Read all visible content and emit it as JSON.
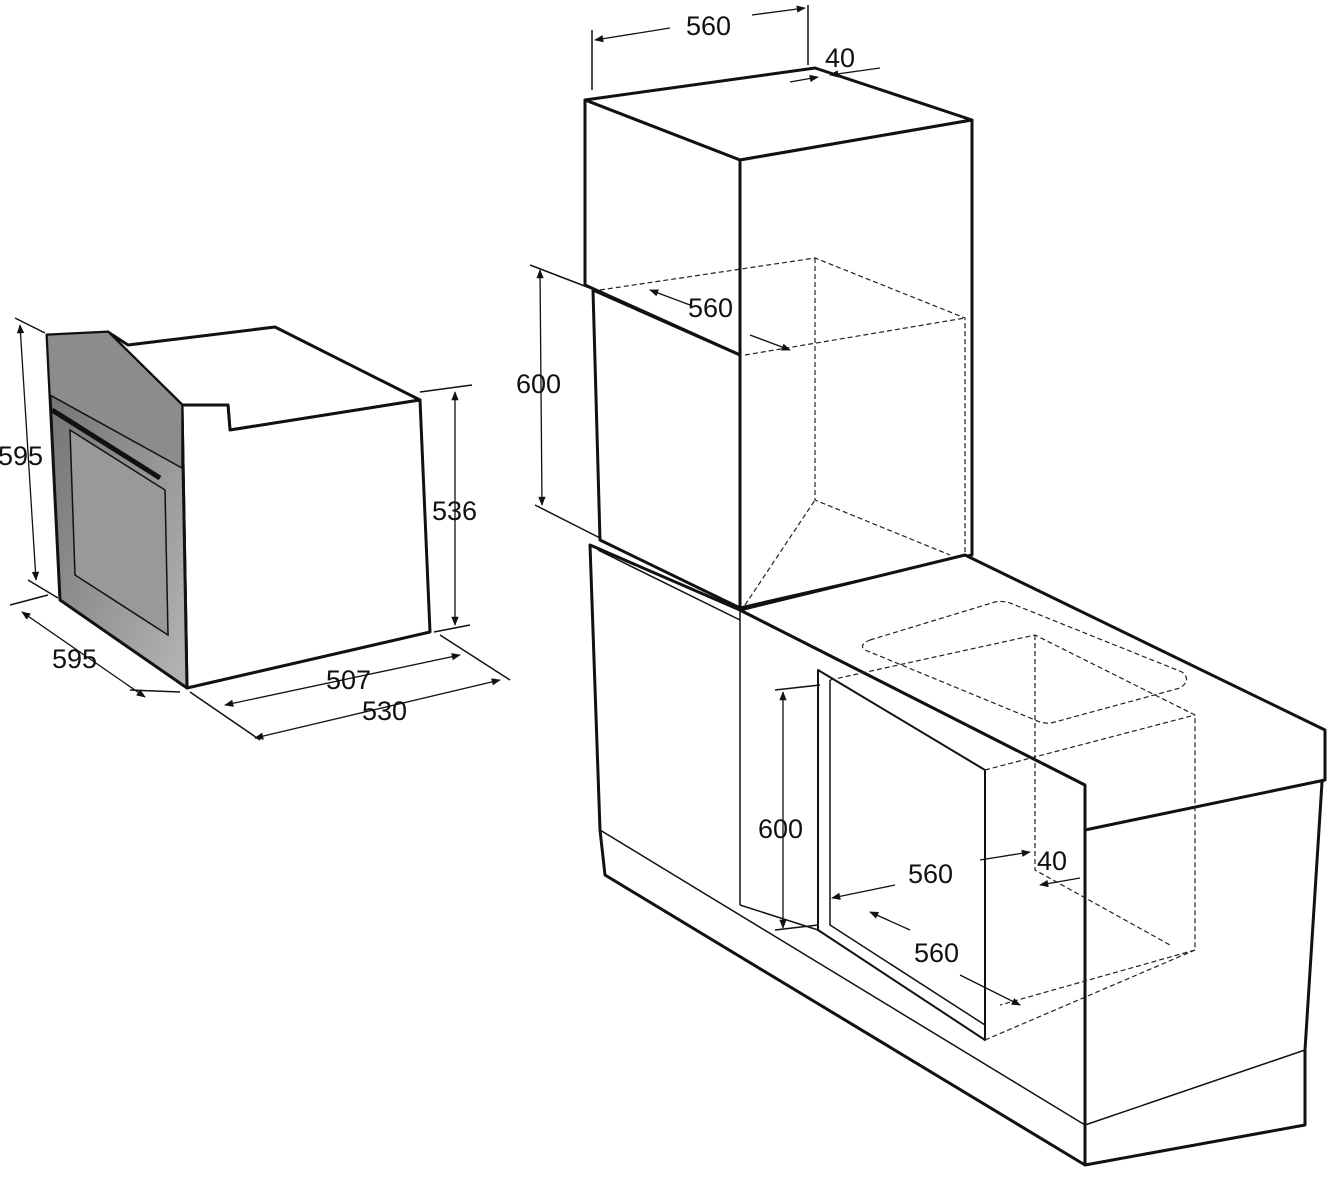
{
  "diagram": {
    "oven": {
      "height_front": "595",
      "width_front": "595",
      "body_height": "536",
      "body_depth": "507",
      "total_depth": "530"
    },
    "tall_cabinet": {
      "width_top": "560",
      "vent_gap": "40",
      "niche_depth": "560",
      "niche_height": "600"
    },
    "under_counter": {
      "niche_height": "600",
      "niche_width": "560",
      "vent_gap": "40",
      "niche_depth": "560"
    },
    "colors": {
      "line": "#111111",
      "oven_front": "#8a8a8a",
      "background": "#ffffff"
    }
  }
}
